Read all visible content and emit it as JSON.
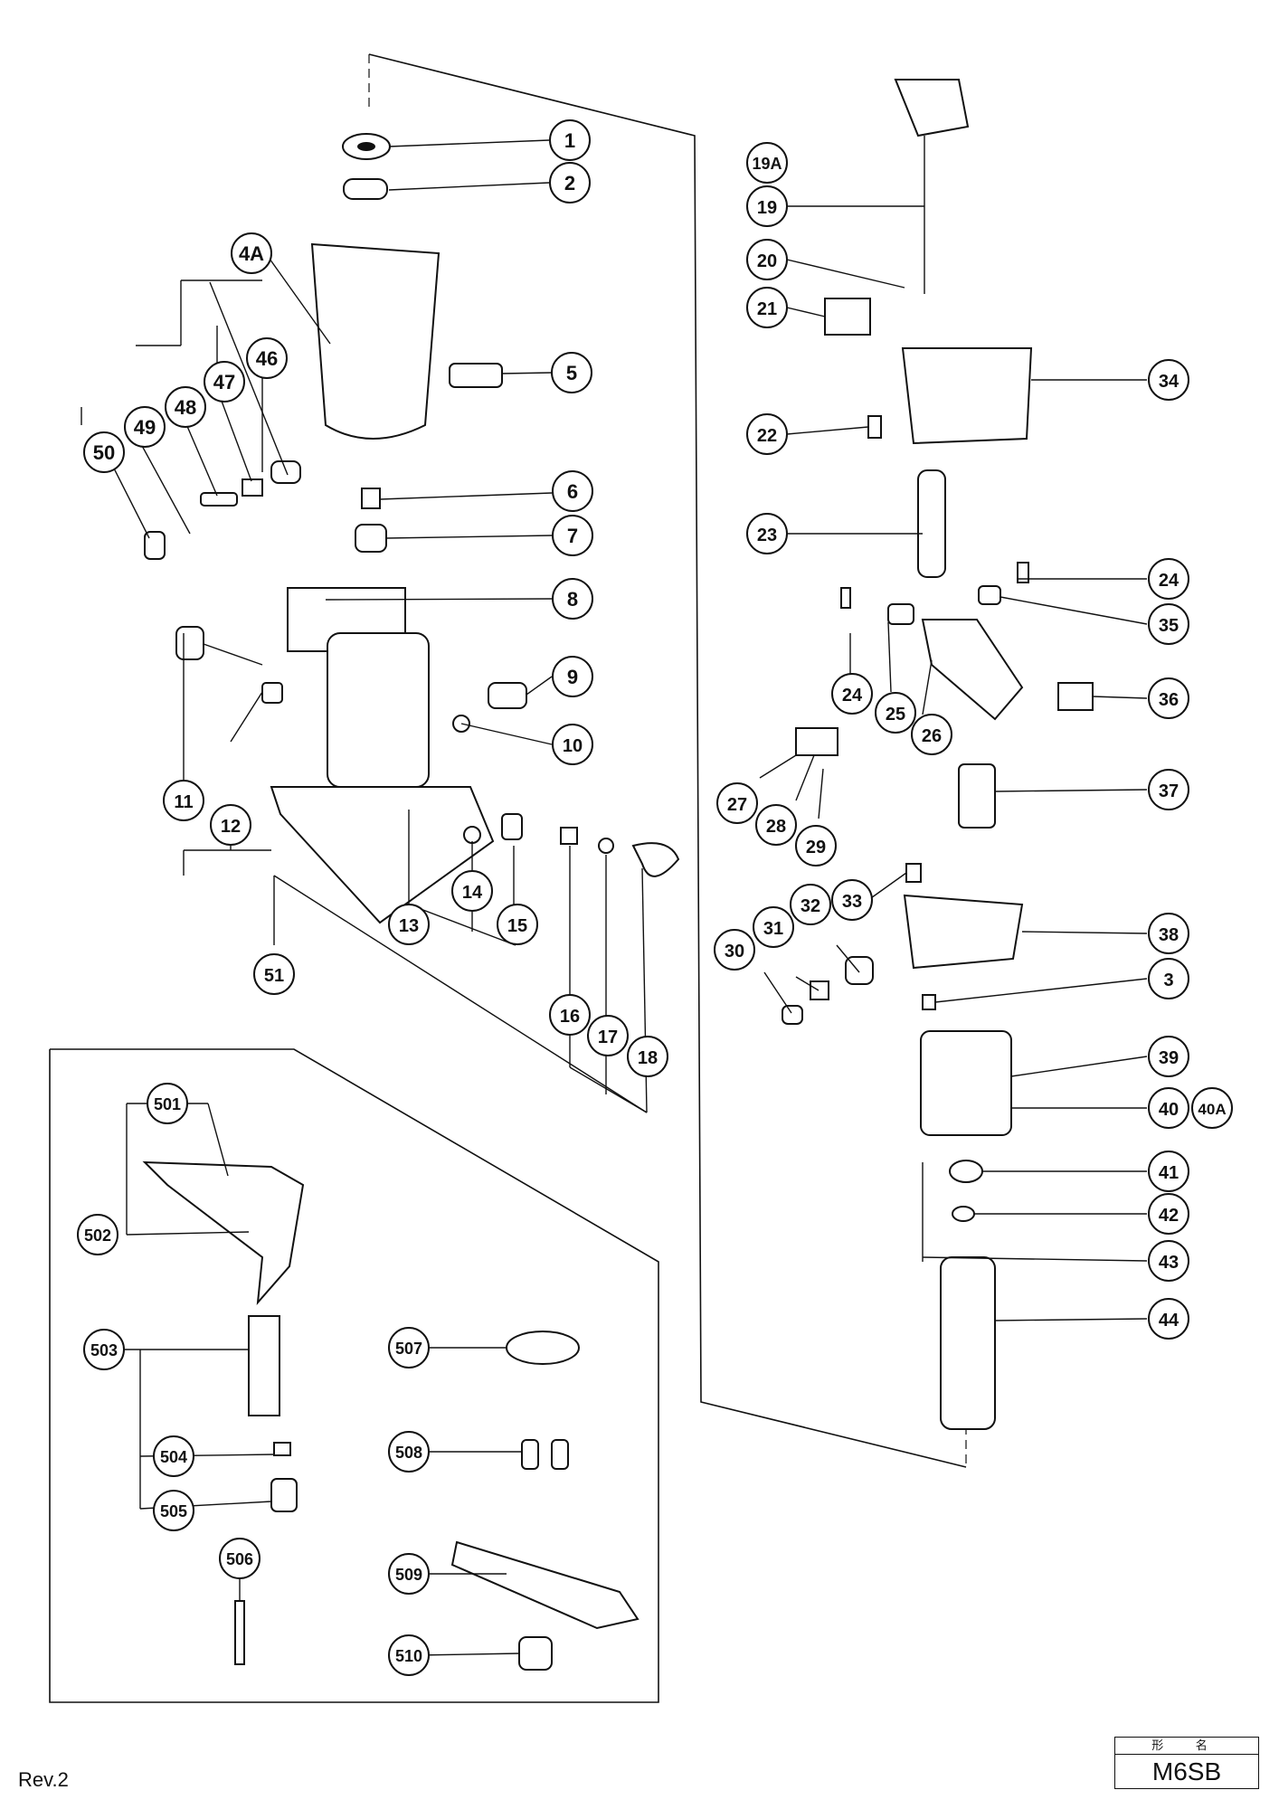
{
  "labels": {
    "p1": "1",
    "p2": "2",
    "p3": "3",
    "p4A": "4A",
    "p5": "5",
    "p6": "6",
    "p7": "7",
    "p8": "8",
    "p9": "9",
    "p10": "10",
    "p11": "11",
    "p12": "12",
    "p13": "13",
    "p14": "14",
    "p15": "15",
    "p16": "16",
    "p17": "17",
    "p18": "18",
    "p19A": "19A",
    "p19": "19",
    "p20": "20",
    "p21": "21",
    "p22": "22",
    "p23": "23",
    "p24a": "24",
    "p24b": "24",
    "p25": "25",
    "p26": "26",
    "p27": "27",
    "p28": "28",
    "p29": "29",
    "p30": "30",
    "p31": "31",
    "p32": "32",
    "p33": "33",
    "p34": "34",
    "p35": "35",
    "p36": "36",
    "p37": "37",
    "p38": "38",
    "p39": "39",
    "p40": "40",
    "p40A": "40A",
    "p41": "41",
    "p42": "42",
    "p43": "43",
    "p44": "44",
    "p46": "46",
    "p47": "47",
    "p48": "48",
    "p49": "49",
    "p50": "50",
    "p51": "51",
    "p501": "501",
    "p502": "502",
    "p503": "503",
    "p504": "504",
    "p505": "505",
    "p506": "506",
    "p507": "507",
    "p508": "508",
    "p509": "509",
    "p510": "510"
  },
  "footer": {
    "revision": "Rev.2",
    "model_heading": "形 名",
    "model": "M6SB"
  }
}
